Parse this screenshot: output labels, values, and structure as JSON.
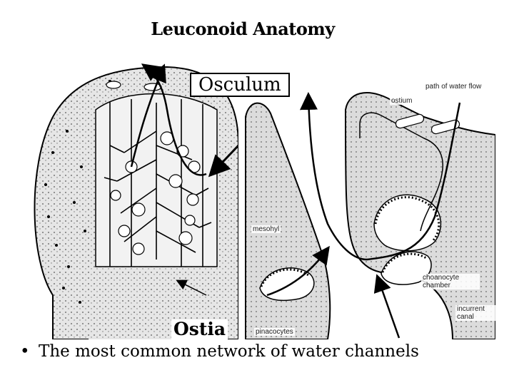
{
  "title": "Leuconoid Anatomy",
  "labels": {
    "osculum": "Osculum",
    "ostia": "Ostia",
    "path_of_water_flow": "path of water flow",
    "ostium": "ostium",
    "mesohyl": "mesohyl",
    "choanocyte_chamber": "choanocyte chamber",
    "incurrent_canal": "incurrent canal",
    "pinacocytes": "pinacocytes"
  },
  "bullet": {
    "symbol": "•",
    "text": "The most common network of water channels"
  }
}
